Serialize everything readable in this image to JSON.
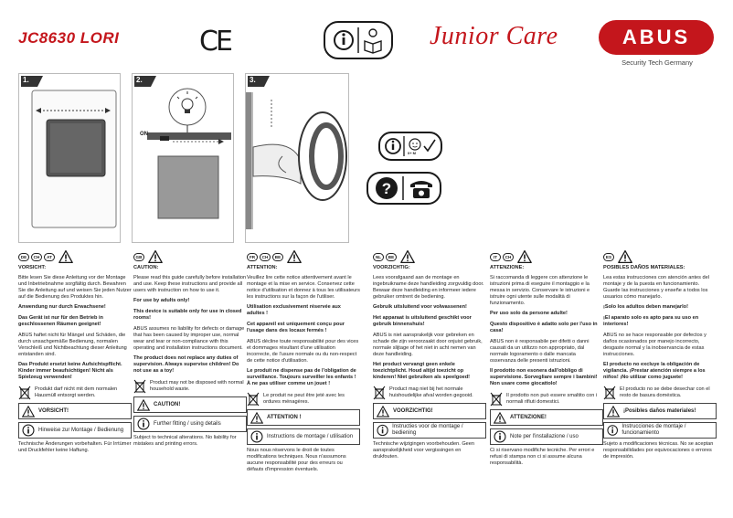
{
  "header": {
    "model": "JC8630 LORI",
    "ce_mark": "CE",
    "brand_logo": "Junior Care",
    "abus_logo": "ABUS",
    "abus_tagline": "Security Tech Germany"
  },
  "steps": [
    "1.",
    "2.",
    "3."
  ],
  "panel2_label": "ON",
  "icons": {
    "info_badge": [
      "info-icon",
      "book-icon"
    ],
    "age_badge": [
      "info-icon",
      "child-face-icon",
      "age-0-plus-check-icon"
    ],
    "phone_badge": [
      "question-icon",
      "telephone-icon"
    ],
    "age_badge_label": "0+ M",
    "warning": "warning-triangle-icon",
    "bin": "crossed-out-bin-icon"
  },
  "columns": [
    {
      "flags": [
        "DE",
        "CH",
        "AT"
      ],
      "heading": "VORSICHT:",
      "intro": "Bitte lesen Sie diese Anleitung vor der Montage und Inbetriebnahme sorgfältig durch. Bewahren Sie die Anleitung auf und weisen Sie jeden Nutzer auf die Bedienung des Produktes hin.",
      "bold1": "Anwendung nur durch Erwachsene!",
      "bold2": "Das Gerät ist nur für den Betrieb in geschlossenen Räumen geeignet!",
      "body": "ABUS haftet nicht für Mängel und Schäden, die durch unsachgemäße Bedienung, normalen Verschleiß und Nichtbeachtung dieser Anleitung entstanden sind.",
      "bold3": "Das Produkt ersetzt keine Aufsichtspflicht. Kinder immer beaufsichtigen! Nicht als Spielzeug verwenden!",
      "bin_text": "Produkt darf nicht mit dem normalen Hausmüll entsorgt werden.",
      "caution": "VORSICHT!",
      "info_text": "Hinweise zur Montage / Bedienung",
      "footer": "Technische Änderungen vorbehalten. Für Irrtümer und Druckfehler keine Haftung."
    },
    {
      "flags": [
        "GB"
      ],
      "heading": "CAUTION:",
      "intro": "Please read this guide carefully before installation and use. Keep these instructions and provide all users with instruction on how to use it.",
      "bold1": "For use by adults only!",
      "bold2": "This device is suitable only for use in closed rooms!",
      "body": "ABUS assumes no liability for defects or damage that has been caused by improper use, normal wear and tear or non-compliance with this operating and installation instructions document.",
      "bold3": "The product does not replace any duties of supervision. Always supervise children! Do not use as a toy!",
      "bin_text": "Product may not be disposed with normal household waste.",
      "caution": "CAUTION!",
      "info_text": "Further fitting / using details",
      "footer": "Subject to technical alterations. No liability for mistakes and printing errors."
    },
    {
      "flags": [
        "FR",
        "CH",
        "BE"
      ],
      "heading": "ATTENTION:",
      "intro": "Veuillez lire cette notice attentivement avant le montage et la mise en service. Conservez cette notice d'utilisation et donnez à tous les utilisateurs les instructions sur la façon de l'utiliser.",
      "bold1": "Utilisation exclusivement réservée aux adultes !",
      "bold2": "Cet appareil est uniquement conçu pour l'usage dans des locaux fermés !",
      "body": "ABUS décline toute responsabilité pour des vices et dommages résultant d'une utilisation incorrecte, de l'usure normale ou du non-respect de cette notice d'utilisation.",
      "bold3": "Le produit ne dispense pas de l'obligation de surveillance. Toujours surveiller les enfants ! À ne pas utiliser comme un jouet !",
      "bin_text": "Le produit ne peut être jeté avec les ordures ménagères.",
      "caution": "ATTENTION !",
      "info_text": "Instructions de montage / utilisation",
      "footer": "Nous nous réservons le droit de toutes modifications techniques. Nous n'assumons aucune responsabilité pour des erreurs ou défauts d'impression éventuels."
    },
    {
      "flags": [
        "NL",
        "BE"
      ],
      "heading": "VOORZICHTIG:",
      "intro": "Lees voorafgaand aan de montage en ingebruikname deze handleiding zorgvuldig door. Bewaar deze handleiding en informeer iedere gebruiker omtrent de bediening.",
      "bold1": "Gebruik uitsluitend voor volwassenen!",
      "bold2": "Het apparaat is uitsluitend geschikt voor gebruik binnenshuis!",
      "body": "ABUS is niet aansprakelijk voor gebreken en schade die zijn veroorzaakt door onjuist gebruik, normale slijtage of het niet in acht nemen van deze handleiding.",
      "bold3": "Het product vervangt geen enkele toezichtplicht. Houd altijd toezicht op kinderen! Niet gebruiken als speelgoed!",
      "bin_text": "Product mag niet bij het normale huishoudelijke afval worden gegooid.",
      "caution": "VOORZICHTIG!",
      "info_text": "Instructies voor de montage / bediening",
      "footer": "Technische wijzigingen voorbehouden. Geen aansprakelijkheid voor vergissingen en drukfouten."
    },
    {
      "flags": [
        "IT",
        "CH"
      ],
      "heading": "ATTENZIONE:",
      "intro": "Si raccomanda di leggere con attenzione le istruzioni prima di eseguire il montaggio e la messa in servizio. Conservare le istruzioni e istruire ogni utente sulle modalità di funzionamento.",
      "bold1": "Per uso solo da persone adulte!",
      "bold2": "Questo dispositivo è adatto solo per l'uso in casa!",
      "body": "ABUS non è responsabile per difetti o danni causati da un utilizzo non appropriato, dal normale logoramento o dalle mancata osservanza delle presenti istruzioni.",
      "bold3": "Il prodotto non esonera dall'obbligo di supervisione. Sorvegliare sempre i bambini! Non usare come giocattolo!",
      "bin_text": "Il prodotto non può essere smaltito con i normali rifiuti domestici.",
      "caution": "ATTENZIONE!",
      "info_text": "Note per l'installazione / uso",
      "footer": "Ci si riservano modifiche tecniche. Per errori e refusi di stampa non ci si assume alcuna responsabilità."
    },
    {
      "flags": [
        "ES"
      ],
      "heading": "POSIBLES DAÑOS MATERIALES:",
      "intro": "Lea estas instrucciones con atención antes del montaje y de la puesta en funcionamiento. Guarde las instrucciones y enseñe a todos los usuarios cómo manejarlo.",
      "bold1": "¡Solo los adultos deben manejarlo!",
      "bold2": "¡El aparato solo es apto para su uso en interiores!",
      "body": "ABUS no se hace responsable por defectos y daños ocasionados por manejo incorrecto, desgaste normal y la inobservancia de estas instrucciones.",
      "bold3": "El producto no excluye la obligación de vigilancia. ¡Prestar atención siempre a los niños! ¡No utilizar como juguete!",
      "bin_text": "El producto no se debe desechar con el resto de basura doméstica.",
      "caution": "¡Posibles daños materiales!",
      "info_text": "Instrucciones de montaje / funcionamiento",
      "footer": "Sujeto a modificaciones técnicas. No se aceptan responsabilidades por equivocaciones o errores de impresión."
    }
  ],
  "colors": {
    "accent": "#c4161c",
    "ink": "#1a1a1a"
  }
}
